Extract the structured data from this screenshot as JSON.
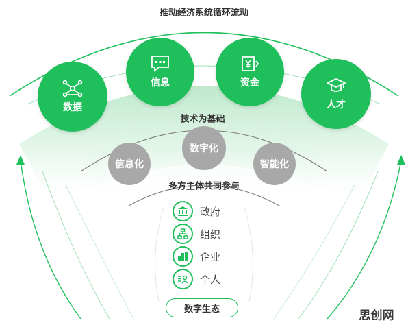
{
  "header": {
    "title": "推动经济系统循环流动",
    "tech_title": "技术为基础",
    "participants_title": "多方主体共同参与"
  },
  "elements": [
    {
      "label": "数据",
      "icon": "network-nodes-icon"
    },
    {
      "label": "信息",
      "icon": "chat-message-icon"
    },
    {
      "label": "资金",
      "icon": "yuan-document-icon"
    },
    {
      "label": "人才",
      "icon": "graduation-cap-icon"
    }
  ],
  "technologies": [
    "信息化",
    "数字化",
    "智能化"
  ],
  "participants": [
    {
      "label": "政府",
      "icon": "government-building-icon"
    },
    {
      "label": "组织",
      "icon": "org-chart-icon"
    },
    {
      "label": "企业",
      "icon": "enterprise-buildings-icon"
    },
    {
      "label": "个人",
      "icon": "person-id-icon"
    }
  ],
  "footer": {
    "label": "数字生态"
  },
  "watermark": "思创网",
  "colors": {
    "green": "#1fbf5c",
    "gray": "#a8a8a8",
    "light_green": "#c6ecd3",
    "text": "#333333"
  }
}
